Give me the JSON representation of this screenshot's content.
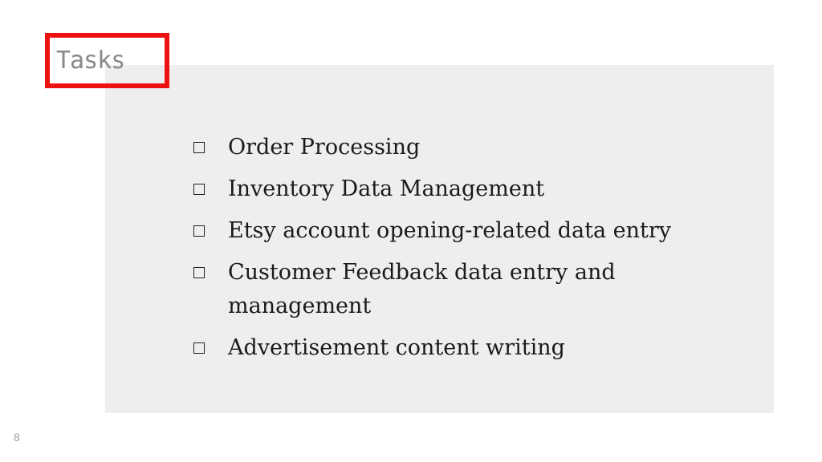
{
  "slide": {
    "title": "Tasks",
    "page_number": "8",
    "accent_color": "#ee1111",
    "panel_color": "#eeeeee"
  },
  "tasks": {
    "bullet_icon": "hollow-square-bullet",
    "items": [
      "Order Processing",
      "Inventory Data Management",
      "Etsy account opening-related data entry",
      "Customer Feedback data entry and management",
      "Advertisement content writing"
    ]
  }
}
